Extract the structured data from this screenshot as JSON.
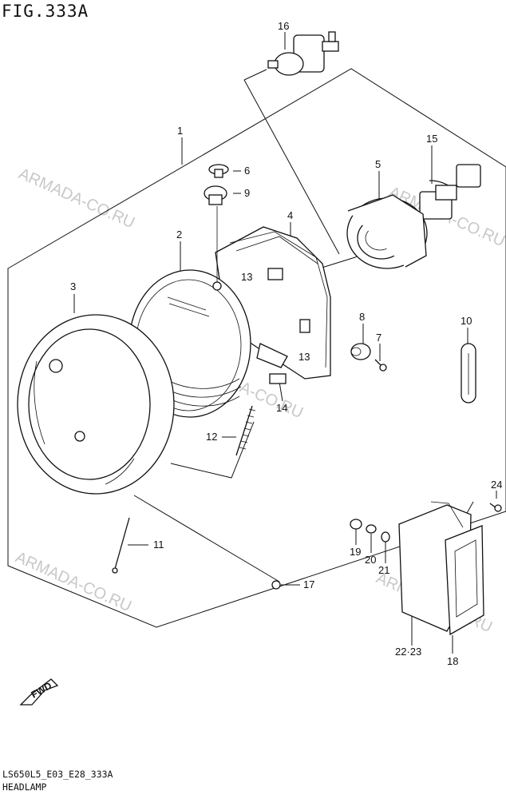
{
  "figure": {
    "title": "FIG.333A",
    "model_code": "LS650L5_E03_E28_333A",
    "section_name": "HEADLAMP"
  },
  "watermark": "ARMADA-CO.RU",
  "fwd_label": "FWD",
  "callouts": [
    "1",
    "2",
    "3",
    "4",
    "5",
    "6",
    "7",
    "8",
    "9",
    "10",
    "11",
    "12",
    "13",
    "13",
    "14",
    "15",
    "16",
    "17",
    "18",
    "19",
    "20",
    "21",
    "22·23",
    "24"
  ]
}
